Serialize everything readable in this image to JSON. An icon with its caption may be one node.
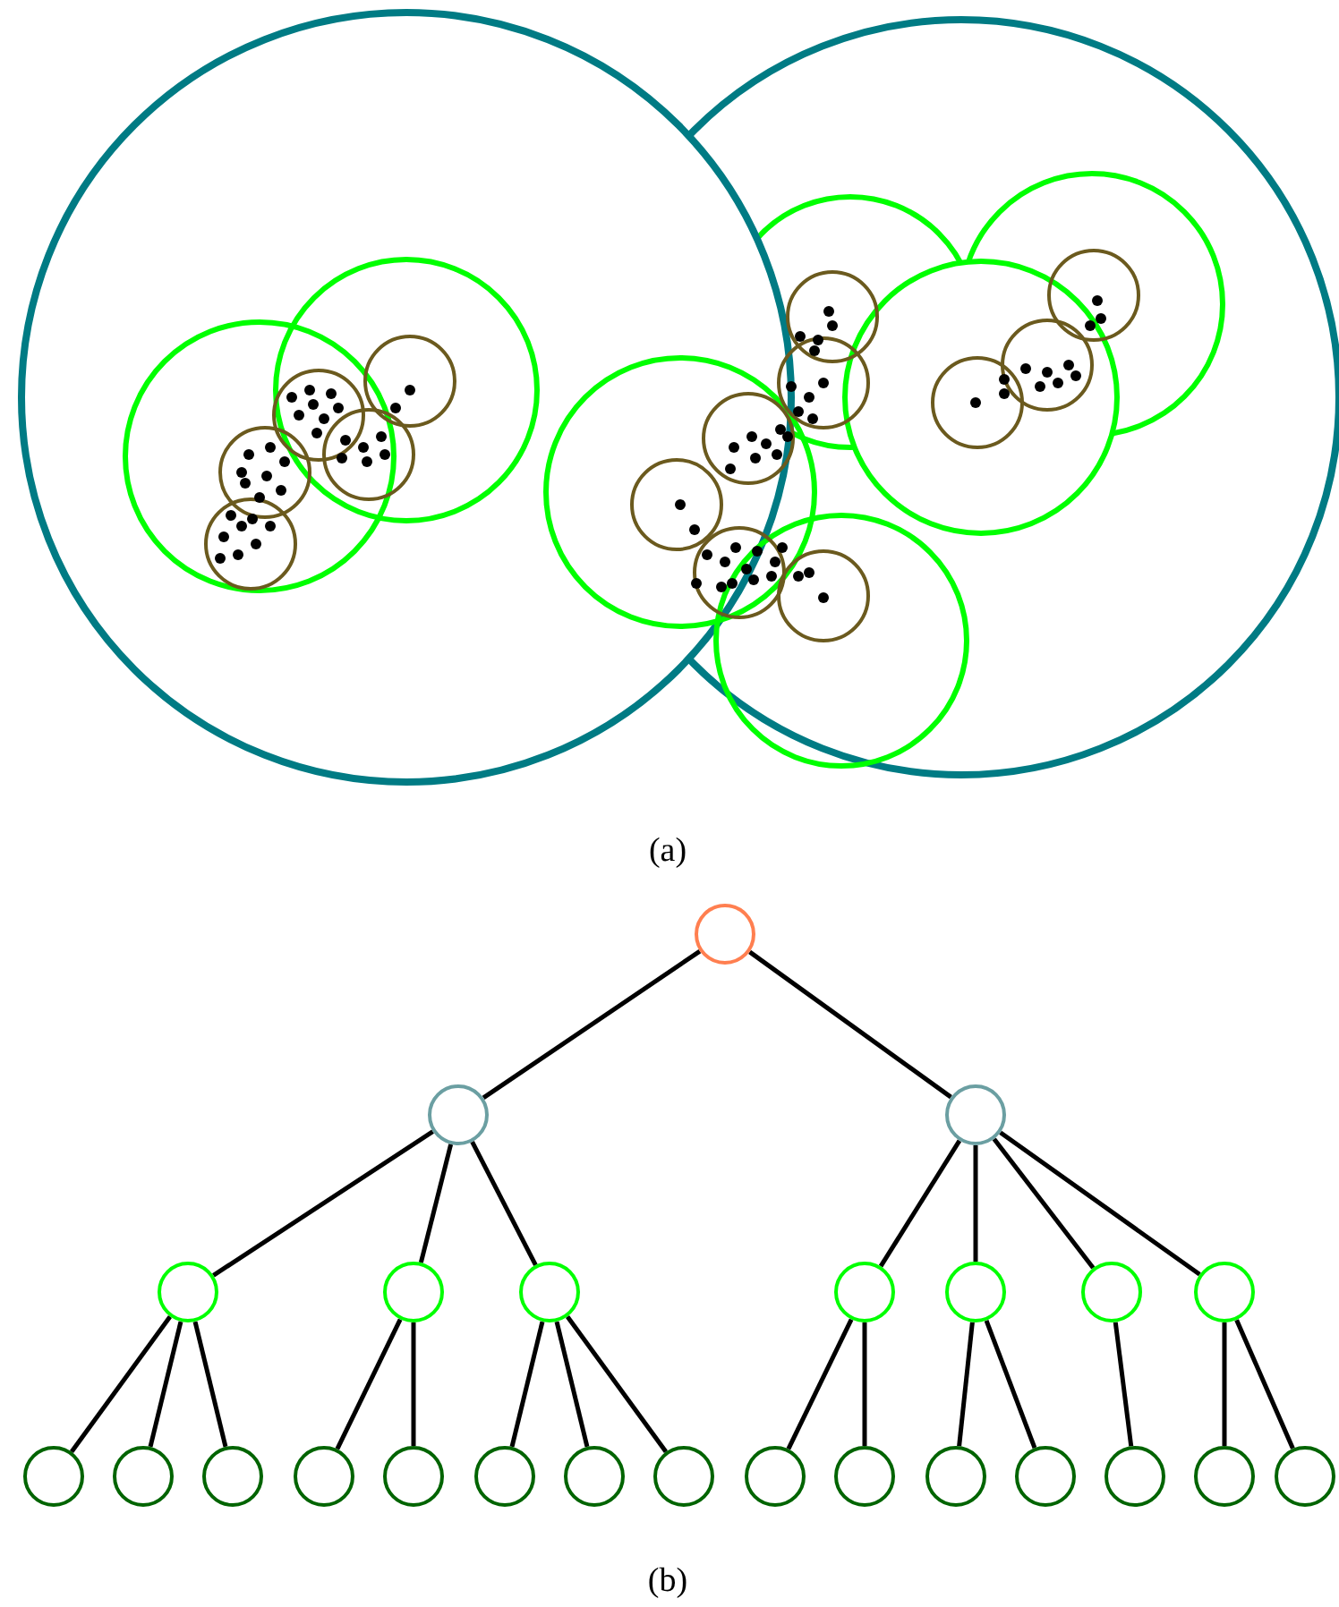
{
  "diagram": {
    "nodes": [
      {
        "text": [],
        "shape": "circle"
      },
      {
        "text": [],
        "shape": "circle"
      },
      {
        "text": [],
        "shape": "circle"
      },
      {
        "text": [],
        "shape": "circle"
      },
      {
        "text": [],
        "shape": "circle"
      },
      {
        "text": [],
        "shape": "circle"
      },
      {
        "text": [],
        "shape": "circle"
      },
      {
        "text": [],
        "shape": "circle"
      },
      {
        "text": [],
        "shape": "circle"
      },
      {
        "text": [],
        "shape": "circle"
      },
      {
        "text": [],
        "shape": "circle"
      },
      {
        "text": [],
        "shape": "circle"
      },
      {
        "text": [],
        "shape": "circle"
      },
      {
        "text": [],
        "shape": "circle"
      },
      {
        "text": [],
        "shape": "circle"
      },
      {
        "text": [],
        "shape": "circle"
      },
      {
        "text": [],
        "shape": "circle"
      },
      {
        "text": [],
        "shape": "circle"
      },
      {
        "text": [],
        "shape": "circle"
      },
      {
        "text": [],
        "shape": "circle"
      },
      {
        "text": [],
        "shape": "circle"
      },
      {
        "text": [],
        "shape": "circle"
      },
      {
        "text": [],
        "shape": "circle"
      },
      {
        "text": [],
        "shape": "circle"
      },
      {
        "text": [],
        "shape": "circle"
      }
    ],
    "edges": [
      {
        "from": 0,
        "to": 1,
        "arrow": "none"
      },
      {
        "from": 0,
        "to": 2,
        "arrow": "none"
      },
      {
        "from": 1,
        "to": 3,
        "arrow": "none"
      },
      {
        "from": 1,
        "to": 4,
        "arrow": "none"
      },
      {
        "from": 1,
        "to": 5,
        "arrow": "none"
      },
      {
        "from": 2,
        "to": 6,
        "arrow": "none"
      },
      {
        "from": 2,
        "to": 7,
        "arrow": "none"
      },
      {
        "from": 2,
        "to": 8,
        "arrow": "none"
      },
      {
        "from": 2,
        "to": 9,
        "arrow": "none"
      },
      {
        "from": 3,
        "to": 10,
        "arrow": "none"
      },
      {
        "from": 3,
        "to": 11,
        "arrow": "none"
      },
      {
        "from": 3,
        "to": 12,
        "arrow": "none"
      },
      {
        "from": 4,
        "to": 13,
        "arrow": "none"
      },
      {
        "from": 4,
        "to": 14,
        "arrow": "none"
      },
      {
        "from": 5,
        "to": 15,
        "arrow": "none"
      },
      {
        "from": 5,
        "to": 16,
        "arrow": "none"
      },
      {
        "from": 5,
        "to": 17,
        "arrow": "none"
      },
      {
        "from": 6,
        "to": 18,
        "arrow": "none"
      },
      {
        "from": 6,
        "to": 19,
        "arrow": "none"
      },
      {
        "from": 7,
        "to": 20,
        "arrow": "none"
      },
      {
        "from": 7,
        "to": 21,
        "arrow": "none"
      },
      {
        "from": 8,
        "to": 22,
        "arrow": "none"
      },
      {
        "from": 9,
        "to": 23,
        "arrow": "none"
      },
      {
        "from": 9,
        "to": 24,
        "arrow": "none"
      }
    ],
    "labels": [
      "(a)",
      "(b)"
    ]
  }
}
